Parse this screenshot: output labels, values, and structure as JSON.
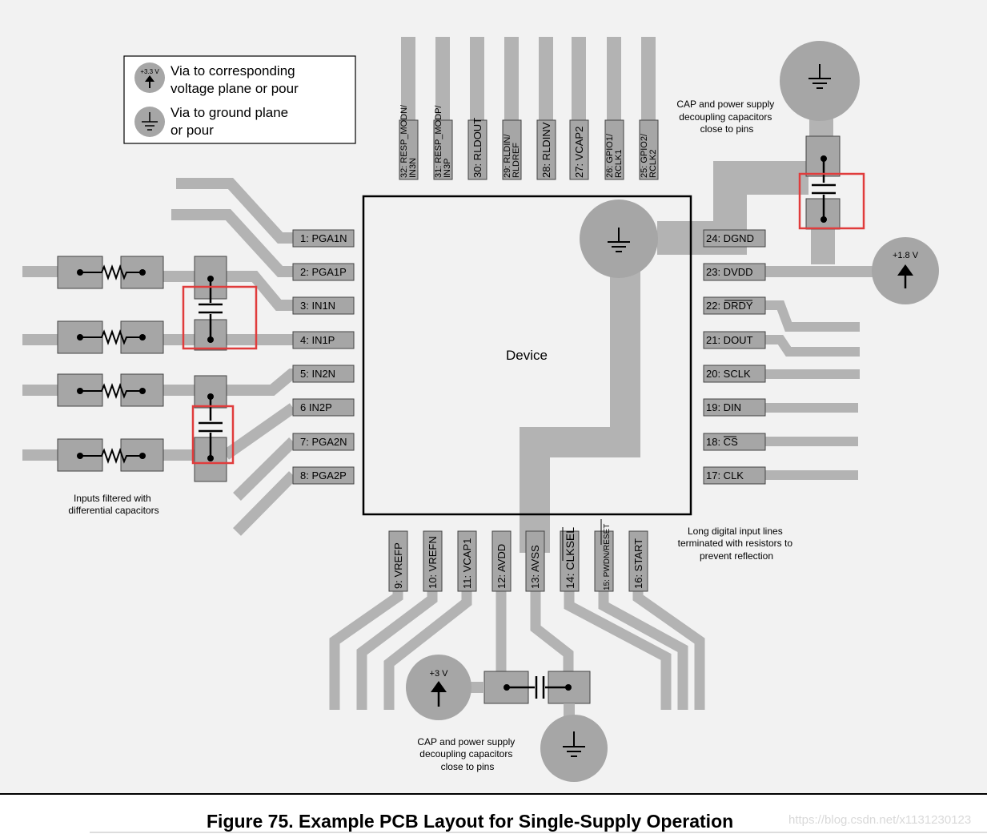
{
  "legend": {
    "power_via_label": "+3.3 V",
    "power_via_text": [
      "Via to corresponding",
      "voltage plane or pour"
    ],
    "ground_via_text": [
      "Via to ground plane",
      "or pour"
    ]
  },
  "device_label": "Device",
  "pins": {
    "left": [
      "1: PGA1N",
      "2: PGA1P",
      "3: IN1N",
      "4: IN1P",
      "5: IN2N",
      "6 IN2P",
      "7: PGA2N",
      "8: PGA2P"
    ],
    "right": [
      "24: DGND",
      "23: DVDD",
      "22: DRDY",
      "21: DOUT",
      "20: SCLK",
      "19: DIN",
      "18: CS",
      "17: CLK"
    ],
    "bottom": [
      "9: VREFP",
      "10: VREFN",
      "11: VCAP1",
      "12: AVDD",
      "13: AVSS",
      "14: CLKSEL",
      "15: PWDN/RESET",
      "16: START"
    ],
    "top": [
      [
        "32: RESP_MODN/",
        "IN3N"
      ],
      [
        "31: RESP_MODP/",
        "IN3P"
      ],
      [
        "30: RLDOUT"
      ],
      [
        "29: RLDIN/",
        "RLDREF"
      ],
      [
        "28: RLDINV"
      ],
      [
        "27: VCAP2"
      ],
      [
        "26: GPIO1/",
        "RCLK1"
      ],
      [
        "25: GPIO2/",
        "RCLK2"
      ]
    ]
  },
  "annotations": {
    "cap_top_right": [
      "CAP and power supply",
      "decoupling capacitors",
      "close to pins"
    ],
    "inputs": [
      "Inputs filtered with",
      "differential capacitors"
    ],
    "digital_lines": [
      "Long digital input lines",
      "terminated with resistors to",
      "prevent reflection"
    ],
    "cap_bottom": [
      "CAP and power supply",
      "decoupling capacitors",
      "close to pins"
    ]
  },
  "supplies": {
    "right": "+1.8 V",
    "bottom": "+3 V"
  },
  "caption": "Figure 75.  Example PCB Layout for Single-Supply Operation",
  "watermark": "https://blog.csdn.net/x1131230123",
  "colors": {
    "background": "#f2f2f2",
    "trace": "#b3b3b3",
    "pad": "#a6a6a6",
    "highlight": "#e03c3c"
  }
}
